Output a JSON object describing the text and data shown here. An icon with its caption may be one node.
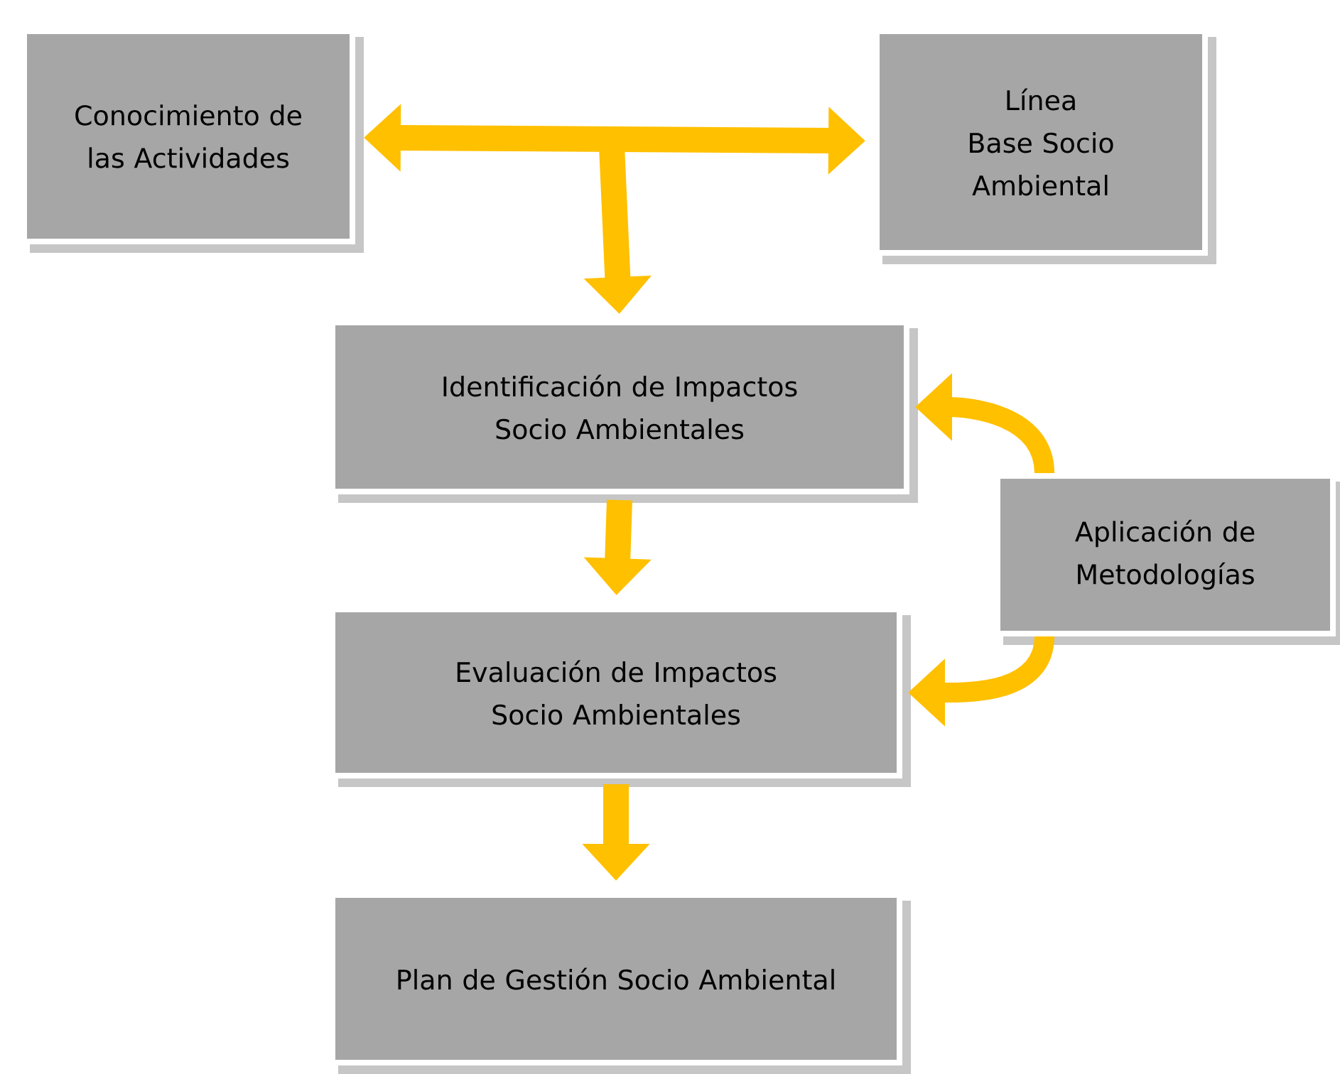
{
  "diagram": {
    "nodes": [
      {
        "text": [
          "Conocimiento de las Actividades"
        ]
      },
      {
        "text": [
          "Línea Base Socio Ambiental"
        ]
      },
      {
        "text": [
          "Identificación de Impactos Socio Ambientales"
        ]
      },
      {
        "text": [
          "Evaluación de Impactos Socio Ambientales"
        ]
      },
      {
        "text": [
          "Plan de Gestión Socio Ambiental"
        ]
      },
      {
        "text": [
          "Aplicación de Metodologías"
        ]
      }
    ],
    "edges": [
      {
        "from": 0,
        "to": 1,
        "arrow": "both"
      },
      {
        "from": null,
        "to": 2,
        "arrow": "to"
      },
      {
        "from": 2,
        "to": 3,
        "arrow": "to"
      },
      {
        "from": 3,
        "to": 4,
        "arrow": "to"
      },
      {
        "from": 5,
        "to": 2,
        "arrow": "to"
      },
      {
        "from": 5,
        "to": 3,
        "arrow": "to"
      }
    ]
  }
}
